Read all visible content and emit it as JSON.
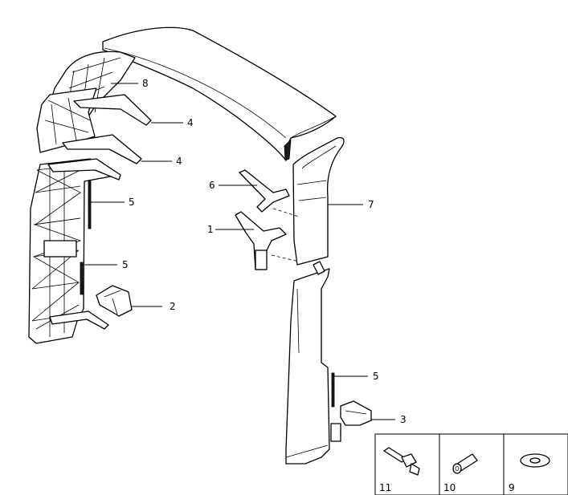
{
  "callouts": {
    "c1": "1",
    "c2": "2",
    "c3": "3",
    "c4a": "4",
    "c4b": "4",
    "c5a": "5",
    "c5b": "5",
    "c5c": "5",
    "c6": "6",
    "c7": "7",
    "c8": "8"
  },
  "small_parts": [
    {
      "number": "11",
      "icon": "pin-stud-icon"
    },
    {
      "number": "10",
      "icon": "spacer-sleeve-icon"
    },
    {
      "number": "9",
      "icon": "washer-icon"
    }
  ]
}
